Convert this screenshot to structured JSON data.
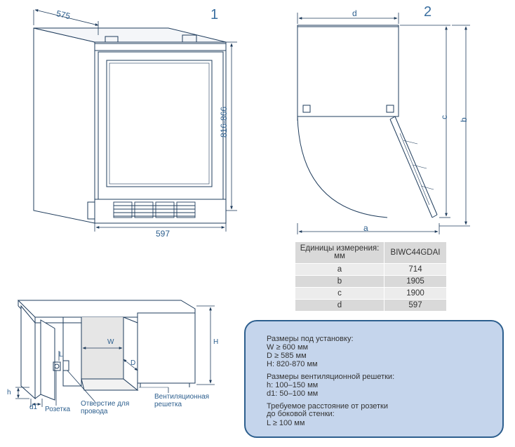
{
  "figure_numbers": {
    "fig1": "1",
    "fig2": "2"
  },
  "fig1": {
    "depth": "575",
    "height": "816-866",
    "width": "597"
  },
  "fig2": {
    "d": "d",
    "c": "c",
    "b": "b",
    "a": "a"
  },
  "table": {
    "header_label": "Единицы измерения:\nмм",
    "model": "BIWC44GDAI",
    "rows": [
      {
        "key": "a",
        "value": "714"
      },
      {
        "key": "b",
        "value": "1905"
      },
      {
        "key": "c",
        "value": "1900"
      },
      {
        "key": "d",
        "value": "597"
      }
    ]
  },
  "niche": {
    "W": "W",
    "H": "H",
    "D": "D",
    "h": "h",
    "d1": "d1",
    "L": "L",
    "socket": "Розетка",
    "cable_hole": "Отверстие для\nпровода",
    "vent_grille": "Вентиляционная\nрешетка"
  },
  "info": {
    "install_title": "Размеры под установку:",
    "install_w": "W ≥ 600 мм",
    "install_d": "D ≥ 585 мм",
    "install_h": "H: 820-870 мм",
    "vent_title": "Размеры вентиляционной решетки:",
    "vent_h": "h: 100–150 мм",
    "vent_d1": "d1: 50–100 мм",
    "socket_title": "Требуемое расстояние от розетки\nдо боковой стенки:",
    "socket_l": "L ≥ 100 мм"
  },
  "colors": {
    "line": "#1f3c5c",
    "accent": "#2d5f8e",
    "panel": "#c5d5ec"
  }
}
